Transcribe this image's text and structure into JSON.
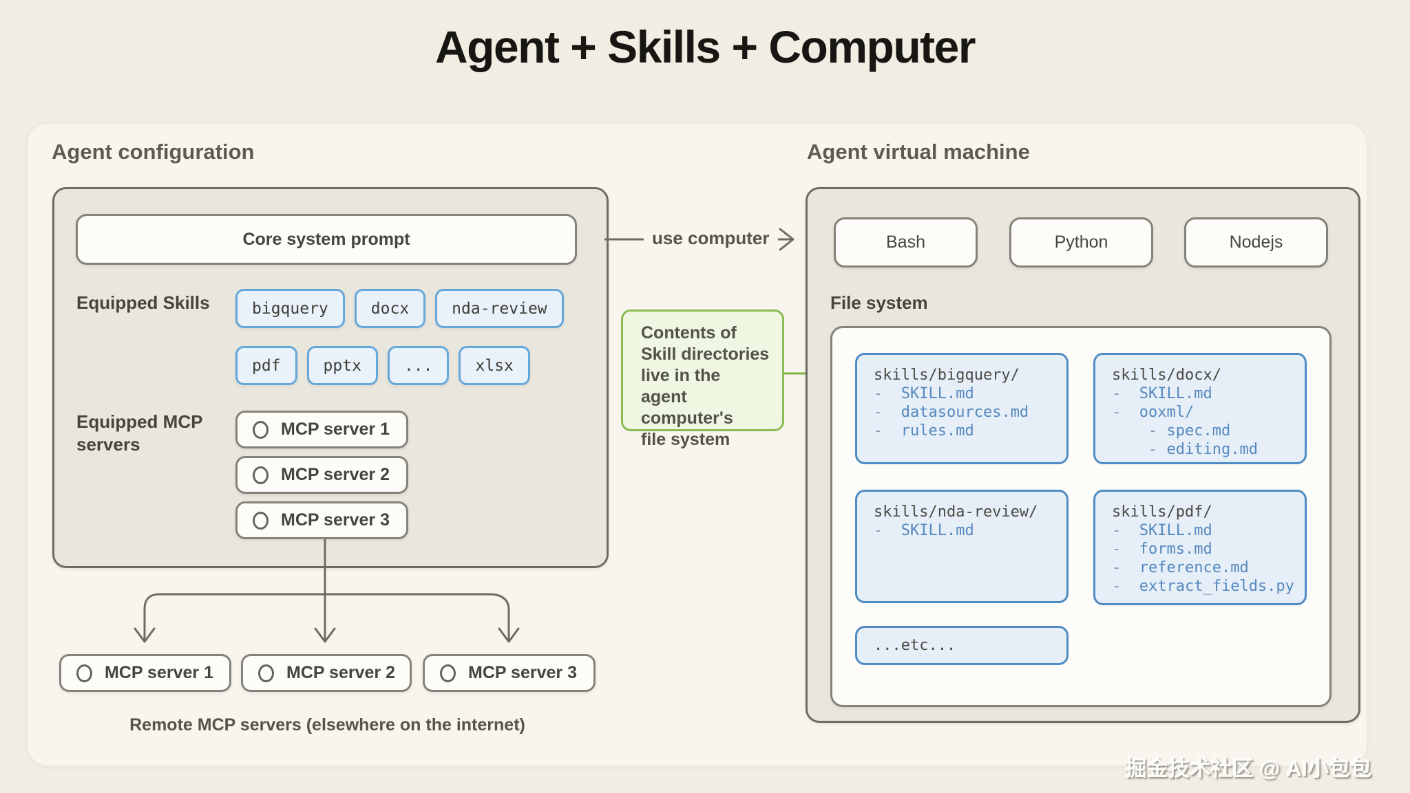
{
  "title": "Agent + Skills + Computer",
  "agent_config": {
    "header": "Agent configuration",
    "core_prompt": "Core system prompt",
    "skills_label": "Equipped Skills",
    "skills_row1": [
      "bigquery",
      "docx",
      "nda-review"
    ],
    "skills_row2": [
      "pdf",
      "pptx",
      "...",
      "xlsx"
    ],
    "mcp_label": "Equipped MCP servers",
    "mcp_servers": [
      "MCP server 1",
      "MCP server 2",
      "MCP server 3"
    ]
  },
  "remote": {
    "servers": [
      "MCP server 1",
      "MCP server 2",
      "MCP server 3"
    ],
    "caption": "Remote MCP servers (elsewhere on the internet)"
  },
  "connectors": {
    "use_computer_label": "use computer",
    "skills_note_lines": [
      "Contents of",
      "Skill directories",
      "live in the",
      "agent computer's",
      "file system"
    ]
  },
  "vm": {
    "header": "Agent virtual machine",
    "runtimes": [
      "Bash",
      "Python",
      "Nodejs"
    ],
    "fs_label": "File system",
    "cards": [
      {
        "header": "skills/bigquery/",
        "lines": [
          {
            "text": "SKILL.md",
            "indent": 0
          },
          {
            "text": "datasources.md",
            "indent": 0
          },
          {
            "text": "rules.md",
            "indent": 0
          }
        ]
      },
      {
        "header": "skills/docx/",
        "lines": [
          {
            "text": "SKILL.md",
            "indent": 0
          },
          {
            "text": "ooxml/",
            "indent": 0
          },
          {
            "text": "spec.md",
            "indent": 1
          },
          {
            "text": "editing.md",
            "indent": 1
          }
        ]
      },
      {
        "header": "skills/nda-review/",
        "lines": [
          {
            "text": "SKILL.md",
            "indent": 0
          }
        ]
      },
      {
        "header": "skills/pdf/",
        "lines": [
          {
            "text": "SKILL.md",
            "indent": 0
          },
          {
            "text": "forms.md",
            "indent": 0
          },
          {
            "text": "reference.md",
            "indent": 0
          },
          {
            "text": "extract_fields.py",
            "indent": 0
          }
        ]
      }
    ],
    "etc_card": "...etc..."
  },
  "watermark": "掘金技术社区 @ AI小包包",
  "colors": {
    "page_bg": "#f0ede3",
    "panel_bg": "#f7f5ee",
    "box_bg": "#e9e6dd",
    "white_bg": "#fdfcf8",
    "outline": "#6d6c63",
    "chip_border": "#66a7da",
    "card_border": "#4f8cc3",
    "file_blue": "#5589bf",
    "green_border": "#8cbb52",
    "green_arrow": "#7fb43c"
  }
}
